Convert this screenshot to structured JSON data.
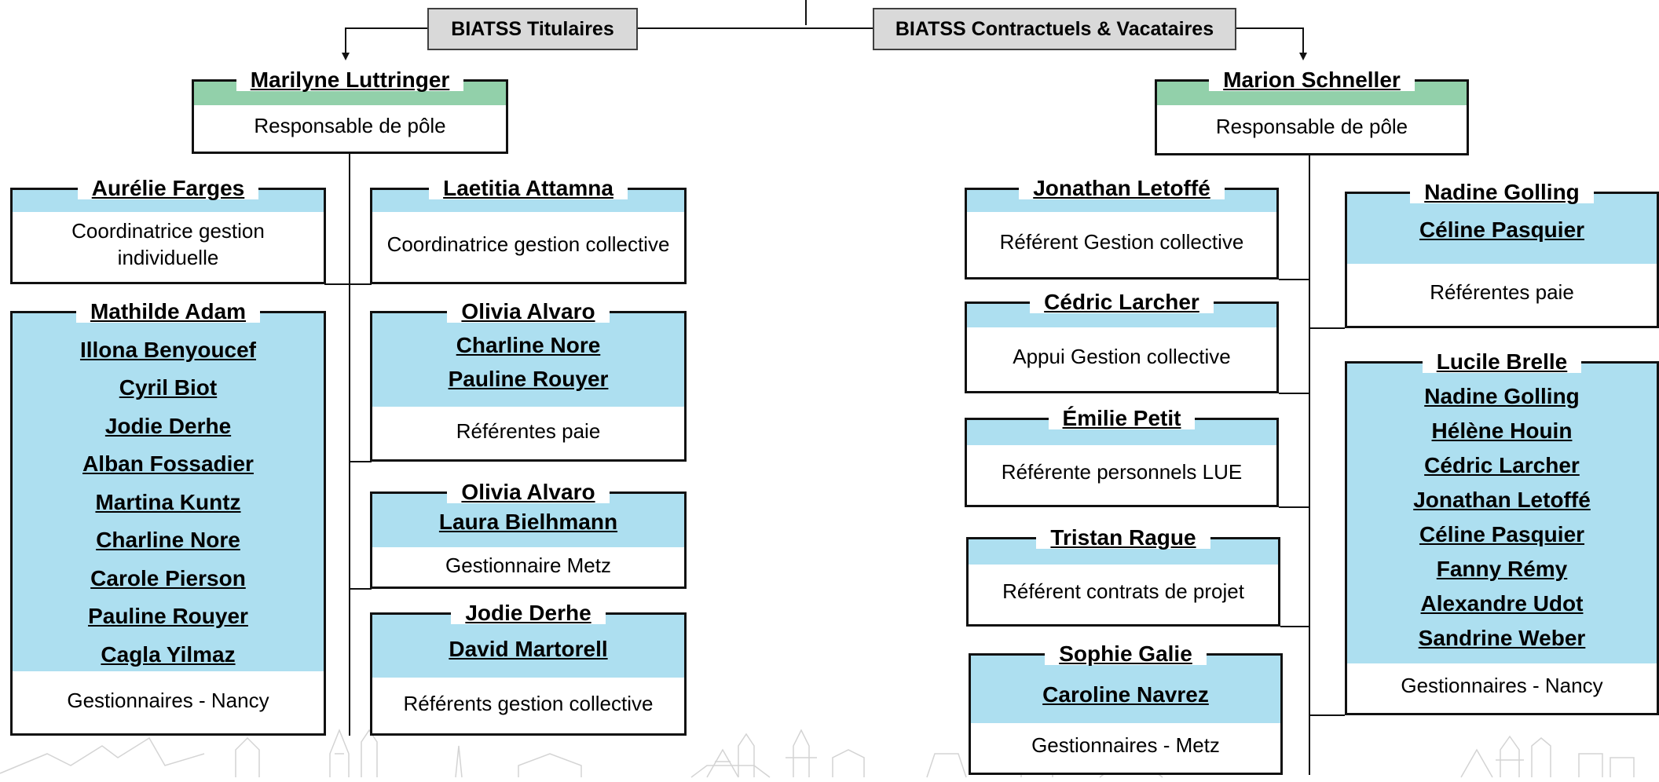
{
  "headers": {
    "titulaires": "BIATSS Titulaires",
    "contractuels": "BIATSS Contractuels & Vacataires"
  },
  "left": {
    "manager": {
      "name": "Marilyne Luttringer",
      "role": "Responsable de pôle"
    },
    "coord_individuelle": {
      "name": "Aurélie Farges",
      "role": "Coordinatrice gestion individuelle"
    },
    "coord_collective": {
      "name": "Laetitia Attamna",
      "role": "Coordinatrice gestion collective"
    },
    "gestionnaires_nancy": {
      "names": [
        "Mathilde Adam",
        "Illona Benyoucef",
        "Cyril Biot",
        "Jodie Derhe",
        "Alban Fossadier",
        "Martina Kuntz",
        "Charline Nore",
        "Carole Pierson",
        "Pauline Rouyer",
        "Cagla Yilmaz"
      ],
      "role": "Gestionnaires - Nancy"
    },
    "referentes_paie": {
      "names": [
        "Olivia Alvaro",
        "Charline Nore",
        "Pauline Rouyer"
      ],
      "role": "Référentes paie"
    },
    "gestionnaire_metz": {
      "names": [
        "Olivia Alvaro",
        "Laura Bielhmann"
      ],
      "role": "Gestionnaire Metz"
    },
    "referents_gestion_collective": {
      "names": [
        "Jodie Derhe",
        "David Martorell"
      ],
      "role": "Référents gestion collective"
    }
  },
  "right": {
    "manager": {
      "name": "Marion Schneller",
      "role": "Responsable de pôle"
    },
    "ref_gestion_collective": {
      "name": "Jonathan Letoffé",
      "role": "Référent Gestion collective"
    },
    "appui_gestion_collective": {
      "name": "Cédric Larcher",
      "role": "Appui Gestion collective"
    },
    "ref_personnels_lue": {
      "name": "Émilie Petit",
      "role": "Référente personnels LUE"
    },
    "ref_contrats_projet": {
      "name": "Tristan Rague",
      "role": "Référent contrats de projet"
    },
    "gestionnaires_metz": {
      "names": [
        "Sophie Galie",
        "Caroline Navrez"
      ],
      "role": "Gestionnaires - Metz"
    },
    "referentes_paie": {
      "names": [
        "Nadine Golling",
        "Céline Pasquier"
      ],
      "role": "Référentes paie"
    },
    "gestionnaires_nancy": {
      "names": [
        "Lucile Brelle",
        "Nadine Golling",
        "Hélène Houin",
        "Cédric Larcher",
        "Jonathan Letoffé",
        "Céline Pasquier",
        "Fanny Rémy",
        "Alexandre Udot",
        "Sandrine Weber"
      ],
      "role": "Gestionnaires - Nancy"
    }
  },
  "colors": {
    "manager_band": "#92d0aa",
    "team_band": "#addff0",
    "header_fill": "#d9d9d9",
    "line": "#111111"
  }
}
